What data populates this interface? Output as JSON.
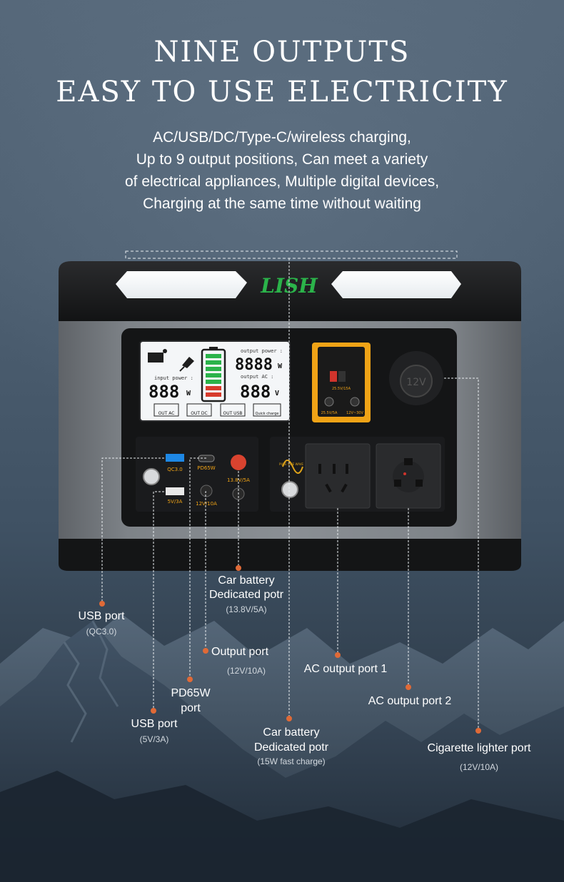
{
  "header": {
    "line1": "NINE OUTPUTS",
    "line2": "EASY TO USE ELECTRICITY"
  },
  "intro": [
    "AC/USB/DC/Type-C/wireless charging,",
    "Up to 9 output positions, Can meet a variety",
    "of electrical appliances, Multiple digital devices,",
    "Charging at the same time without waiting"
  ],
  "device": {
    "brand": "LISH",
    "lcd": {
      "output_power_label": "output power :",
      "input_power_label": "input power :",
      "output_ac_label": "output AC :",
      "digits4": "8888",
      "digits3": "888",
      "unit_w": "W",
      "unit_v": "V",
      "btn_out_ac": "OUT AC",
      "btn_out_dc": "OUT DC",
      "btn_out_usb": "OUT USB",
      "btn_quick": "Quick charge"
    },
    "panel": {
      "anderson_rating": "25.5V/15A",
      "dc1_rating": "25.5V/5A",
      "dc2_rating": "12V~30V",
      "cig_label": "12V",
      "qc_label": "QC3.0",
      "usb_label": "5V/3A",
      "pd_label": "PD65W",
      "dc_label": "12V/10A",
      "car_label": "13.8V/5A",
      "wave_label": "PURE SINE WAVE"
    },
    "colors": {
      "shell": "#7d8186",
      "frame": "#1b1c1e",
      "brand_green": "#2bb34a",
      "accent_orange": "#e06a37",
      "lcd_bg": "#f4f6f8"
    }
  },
  "callouts": {
    "usb_qc": {
      "title": "USB port",
      "sub": "(QC3.0)"
    },
    "car_battery_1": {
      "title1": "Car battery",
      "title2": "Dedicated potr",
      "sub": "(13.8V/5A)"
    },
    "output_port": {
      "title": "Output port",
      "sub": "(12V/10A)"
    },
    "pd65w": {
      "title1": "PD65W",
      "title2": "port"
    },
    "usb_5v": {
      "title": "USB port",
      "sub": "(5V/3A)"
    },
    "car_battery_2": {
      "title1": "Car battery",
      "title2": "Dedicated potr",
      "sub": "(15W fast charge)"
    },
    "ac1": {
      "title": "AC output port 1"
    },
    "ac2": {
      "title": "AC output port 2"
    },
    "cigarette": {
      "title": "Cigarette lighter port",
      "sub": "(12V/10A)"
    }
  }
}
